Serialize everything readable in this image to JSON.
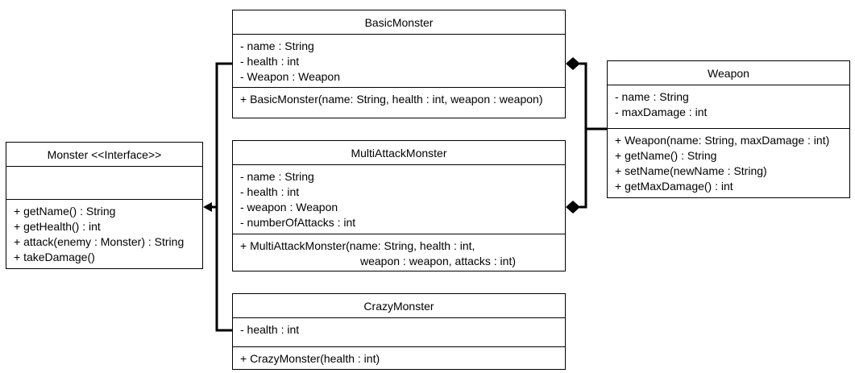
{
  "classes": {
    "monster": {
      "title": "Monster <<Interface>>",
      "methods": [
        "+ getName() : String",
        "+ getHealth() : int",
        "+ attack(enemy : Monster) : String",
        "+ takeDamage()"
      ]
    },
    "basic_monster": {
      "title": "BasicMonster",
      "attributes": [
        "- name : String",
        "- health : int",
        "- Weapon : Weapon"
      ],
      "methods": [
        "+ BasicMonster(name: String, health : int, weapon : weapon)"
      ]
    },
    "multi_attack_monster": {
      "title": "MultiAttackMonster",
      "attributes": [
        "- name : String",
        "- health : int",
        "- weapon : Weapon",
        "- numberOfAttacks : int"
      ],
      "methods": [
        "+ MultiAttackMonster(name: String, health : int,",
        "weapon : weapon, attacks : int)"
      ]
    },
    "crazy_monster": {
      "title": "CrazyMonster",
      "attributes": [
        "- health : int"
      ],
      "methods": [
        "+ CrazyMonster(health : int)"
      ]
    },
    "weapon": {
      "title": "Weapon",
      "attributes": [
        "- name : String",
        "- maxDamage : int"
      ],
      "methods": [
        "+ Weapon(name: String, maxDamage : int)",
        "+ getName() : String",
        "+ setName(newName : String)",
        "+ getMaxDamage() : int"
      ]
    }
  }
}
